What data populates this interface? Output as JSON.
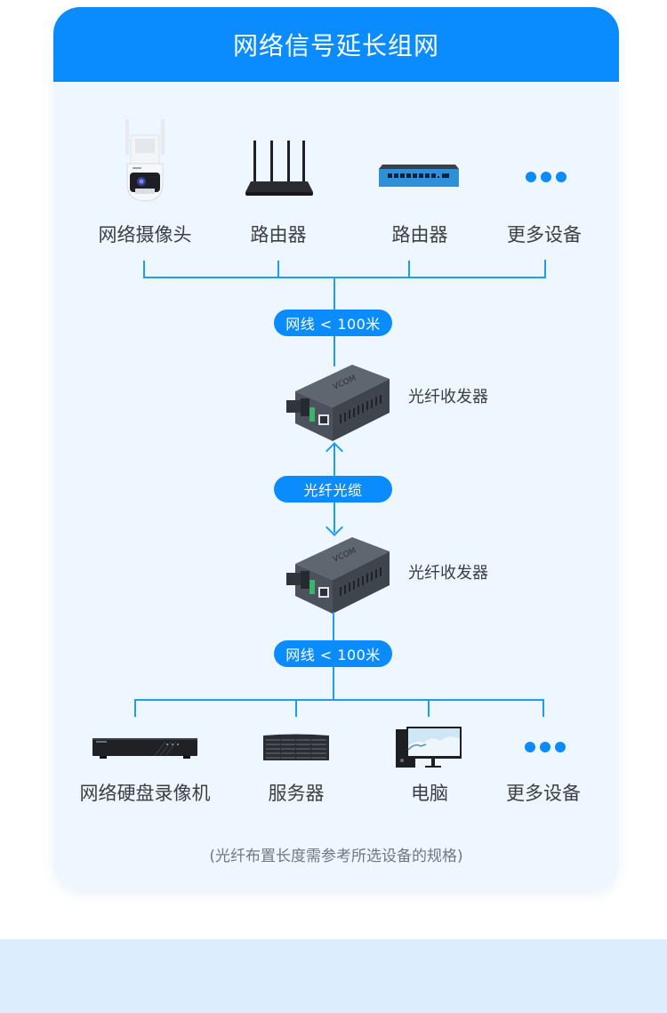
{
  "header": {
    "title": "网络信号延长组网"
  },
  "colors": {
    "accent": "#0A8CFF",
    "line": "#1E9BF5",
    "card_bg": "#EEF6FF",
    "band_bg": "#DCEDFD"
  },
  "top_devices": [
    {
      "label": "网络摄像头",
      "icon": "ip-camera-icon"
    },
    {
      "label": "路由器",
      "icon": "router-icon"
    },
    {
      "label": "路由器",
      "icon": "network-switch-icon"
    },
    {
      "label": "更多设备",
      "icon": "more-dots-icon"
    }
  ],
  "links": {
    "top_cable": "网线 < 100米",
    "fiber": "光纤光缆",
    "bottom_cable": "网线 < 100米"
  },
  "transceivers": [
    {
      "label": "光纤收发器"
    },
    {
      "label": "光纤收发器"
    }
  ],
  "bottom_devices": [
    {
      "label": "网络硬盘录像机",
      "icon": "nvr-icon"
    },
    {
      "label": "服务器",
      "icon": "server-icon"
    },
    {
      "label": "电脑",
      "icon": "desktop-computer-icon"
    },
    {
      "label": "更多设备",
      "icon": "more-dots-icon"
    }
  ],
  "note": "(光纤布置长度需参考所选设备的规格)"
}
